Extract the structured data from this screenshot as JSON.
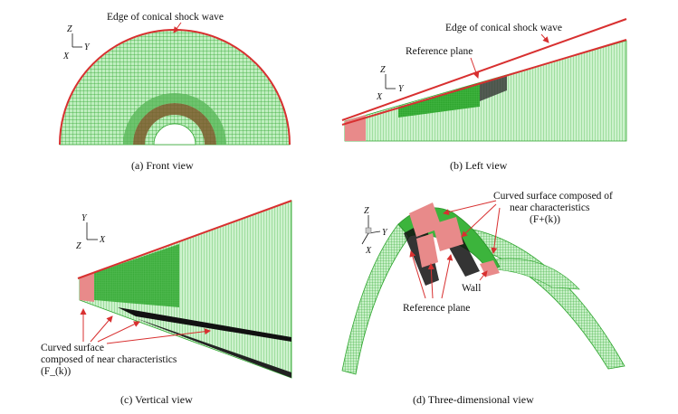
{
  "panels": {
    "a": {
      "caption": "(a) Front view",
      "annotation": "Edge of conical shock wave",
      "axes": {
        "z": "Z",
        "x": "X",
        "y": "Y"
      }
    },
    "b": {
      "caption": "(b) Left view",
      "annotation_shock": "Edge of conical shock wave",
      "annotation_plane": "Reference plane",
      "axes": {
        "z": "Z",
        "x": "X",
        "y": "Y"
      }
    },
    "c": {
      "caption": "(c) Vertical view",
      "annotation_line1": "Curved surface",
      "annotation_line2": "composed of near characteristics",
      "annotation_line3": "(F_(k))",
      "axes": {
        "z": "Z",
        "x": "X",
        "y": "Y"
      }
    },
    "d": {
      "caption": "(d) Three-dimensional view",
      "annotation_line1": "Curved surface composed of",
      "annotation_line2": "near characteristics",
      "annotation_line3": "(F+(k))",
      "annotation_wall": "Wall",
      "annotation_plane": "Reference plane",
      "axes": {
        "z": "Z",
        "x": "X",
        "y": "Y"
      }
    }
  },
  "colors": {
    "mesh_green": "#35b335",
    "mesh_light": "#8fd98f",
    "shock_red": "#d83030",
    "reference_pink": "#e88a8a",
    "dark_band": "#222222",
    "brown_band": "#7a5a2a"
  }
}
